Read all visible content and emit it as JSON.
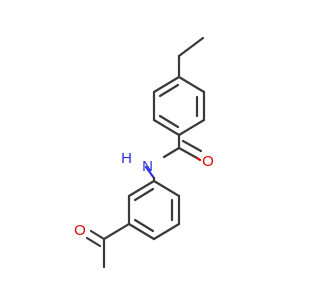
{
  "molecule": {
    "atoms": {
      "nitrogen": "N",
      "hydrogen": "H",
      "amide_oxygen": "O",
      "ketone_oxygen": "O"
    },
    "colors": {
      "bond": "#3a3a3a",
      "oxygen": "#e00000",
      "nitrogen": "#2f2fe0",
      "background": "#ffffff"
    }
  }
}
